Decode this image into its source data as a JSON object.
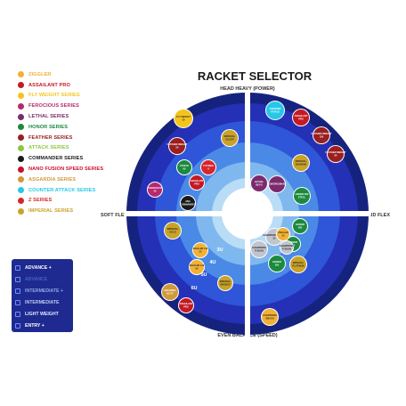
{
  "title": "RACKET SELECTOR",
  "axes": {
    "top": "HEAD HEAVY (POWER)",
    "bottom": "EVEN BALANCE (SPEED)",
    "left": "SOFT FLEX",
    "right": "SOLID FLEX"
  },
  "legend": [
    {
      "label": "ZIGGLER",
      "color": "#f2b133"
    },
    {
      "label": "ASSAILANT PRO",
      "color": "#c41a23"
    },
    {
      "label": "FLY WEIGHT SERIES",
      "color": "#f5c41c"
    },
    {
      "label": "FEROCIOUS SERIES",
      "color": "#b6296f"
    },
    {
      "label": "LETHAL SERIES",
      "color": "#7b2a6d"
    },
    {
      "label": "HONOR SERIES",
      "color": "#1c8a3e"
    },
    {
      "label": "FEATHER SERIES",
      "color": "#9a1f1f"
    },
    {
      "label": "ATTACK SERIES",
      "color": "#8dc63f"
    },
    {
      "label": "COMMANDER SERIES",
      "color": "#1a1a1a"
    },
    {
      "label": "NANO FUSION SPEED SERIES",
      "color": "#c8102e"
    },
    {
      "label": "ASGARDIA SERIES",
      "color": "#d09a3a"
    },
    {
      "label": "COUNTER ATTACK SERIES",
      "color": "#27c7e8"
    },
    {
      "label": "Z SERIES",
      "color": "#d7262b"
    },
    {
      "label": "IMPERIAL SERIES",
      "color": "#c9a227"
    }
  ],
  "levels": [
    {
      "label": "ADVANCE +",
      "color": "#ffffff"
    },
    {
      "label": "ADVANCE",
      "color": "#4a5fc9"
    },
    {
      "label": "INTERMEDIATE +",
      "color": "#8fa6e8"
    },
    {
      "label": "INTERMEDIATE",
      "color": "#b9c8f2"
    },
    {
      "label": "LIGHT WEIGHT",
      "color": "#e4ebff"
    },
    {
      "label": "ENTRY +",
      "color": "#ffffff"
    }
  ],
  "ring_colors": [
    "#16237e",
    "#2430b5",
    "#2f55d8",
    "#4a8ae6",
    "#7fb8ee",
    "#b9dcf7"
  ],
  "weights": [
    "3U",
    "4U",
    "5U",
    "6U"
  ],
  "rackets": [
    {
      "label": "FLY WEIGHT 30",
      "color": "#f5c41c",
      "text": "#2b2b2b"
    },
    {
      "label": "IMPERIAL SILVER",
      "color": "#c9a227",
      "text": "#2b2b2b"
    },
    {
      "label": "FEATHER WEIGHT 50",
      "color": "#9a1f1f",
      "text": "#ffffff"
    },
    {
      "label": "ATTACK 80",
      "color": "#1c8a3e",
      "text": "#ffffff"
    },
    {
      "label": "Z STRIKE II",
      "color": "#d7262b",
      "text": "#ffffff"
    },
    {
      "label": "ASSAILANT PRO",
      "color": "#c41a23",
      "text": "#ffffff"
    },
    {
      "label": "FEROCIOUS 30",
      "color": "#b6296f",
      "text": "#ffffff"
    },
    {
      "label": "ANA COMMANDER",
      "color": "#1a1a1a",
      "text": "#ffffff"
    },
    {
      "label": "COUNTER ATTACK",
      "color": "#27c7e8",
      "text": "#ffffff"
    },
    {
      "label": "ASSAILANT PRO",
      "color": "#c41a23",
      "text": "#ffffff"
    },
    {
      "label": "FEATHER WEIGHT 100",
      "color": "#9a1f1f",
      "text": "#ffffff"
    },
    {
      "label": "FEATHER WEIGHT 80",
      "color": "#9a1f1f",
      "text": "#ffffff"
    },
    {
      "label": "IMPERIAL DIAMOND",
      "color": "#c9a227",
      "text": "#2b2b2b"
    },
    {
      "label": "LETHAL BEYO",
      "color": "#7b2a6d",
      "text": "#ffffff"
    },
    {
      "label": "SWORDSMAN",
      "color": "#7b2a6d",
      "text": "#ffffff"
    },
    {
      "label": "HONOR 800 STEAL",
      "color": "#1c8a3e",
      "text": "#ffffff"
    },
    {
      "label": "IMPERIAL GOLD",
      "color": "#c9a227",
      "text": "#2b2b2b"
    },
    {
      "label": "ZIGGLER LHI 20",
      "color": "#f2b133",
      "text": "#2b2b2b"
    },
    {
      "label": "ZIGGLER LHI 60",
      "color": "#f2b133",
      "text": "#2b2b2b"
    },
    {
      "label": "IMPERIAL BRONZE",
      "color": "#c9a227",
      "text": "#2b2b2b"
    },
    {
      "label": "ASGARDIA BLITZ",
      "color": "#d09a3a",
      "text": "#ffffff"
    },
    {
      "label": "ASSAILANT PRO",
      "color": "#c41a23",
      "text": "#ffffff"
    },
    {
      "label": "CHAMPIONS SMASH 30",
      "color": "#c0c4cc",
      "text": "#2b2b2b"
    },
    {
      "label": "HONOR 300",
      "color": "#1c8a3e",
      "text": "#ffffff"
    },
    {
      "label": "CHAMPIONS FUSION",
      "color": "#c0c4cc",
      "text": "#2b2b2b"
    },
    {
      "label": "HONOR 500",
      "color": "#1c8a3e",
      "text": "#ffffff"
    },
    {
      "label": "IMPERIAL PLATINUM",
      "color": "#c9a227",
      "text": "#2b2b2b"
    },
    {
      "label": "HONOR 200",
      "color": "#1c8a3e",
      "text": "#ffffff"
    },
    {
      "label": "ZIGGLER 20",
      "color": "#f2b133",
      "text": "#2b2b2b"
    },
    {
      "label": "CHAMPIONS FUSION",
      "color": "#c0c4cc",
      "text": "#2b2b2b"
    },
    {
      "label": "CHAMPIONS SMASH",
      "color": "#f2b133",
      "text": "#2b2b2b"
    }
  ]
}
